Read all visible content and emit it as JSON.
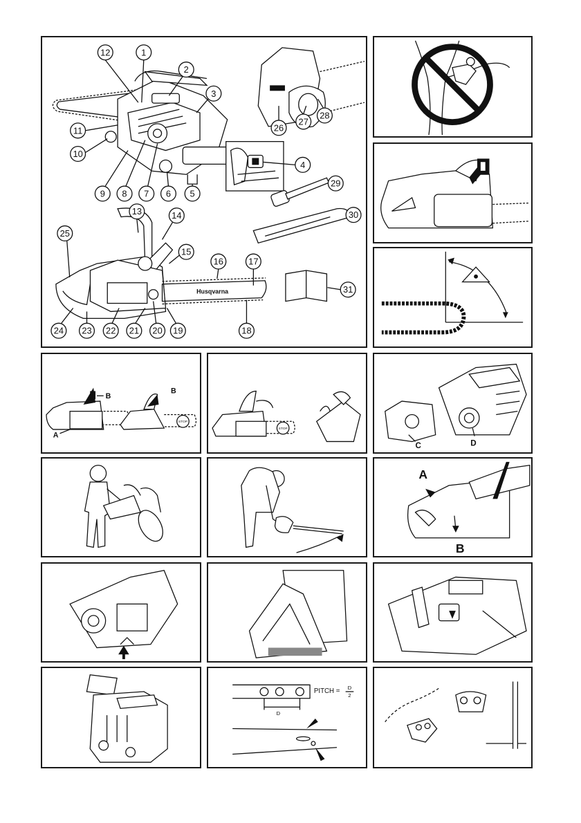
{
  "overview": {
    "callouts": [
      "1",
      "2",
      "3",
      "4",
      "5",
      "6",
      "7",
      "8",
      "9",
      "10",
      "11",
      "12",
      "13",
      "14",
      "15",
      "16",
      "17",
      "18",
      "19",
      "20",
      "21",
      "22",
      "23",
      "24",
      "25",
      "26",
      "27",
      "28",
      "29",
      "30",
      "31"
    ],
    "bar_brand": "Husqvarna"
  },
  "panel_handle": {
    "label_a": "A",
    "label_b": "B"
  },
  "panel_brake_test": {
    "stop_label": "STOP"
  },
  "panel_cover": {
    "label_c": "C",
    "label_d": "D"
  },
  "panel_guard": {
    "label_a": "A",
    "label_b": "B"
  },
  "panel_pitch": {
    "pitch_text": "PITCH =",
    "frac_num": "D",
    "frac_den": "2",
    "dim_label": "D"
  }
}
